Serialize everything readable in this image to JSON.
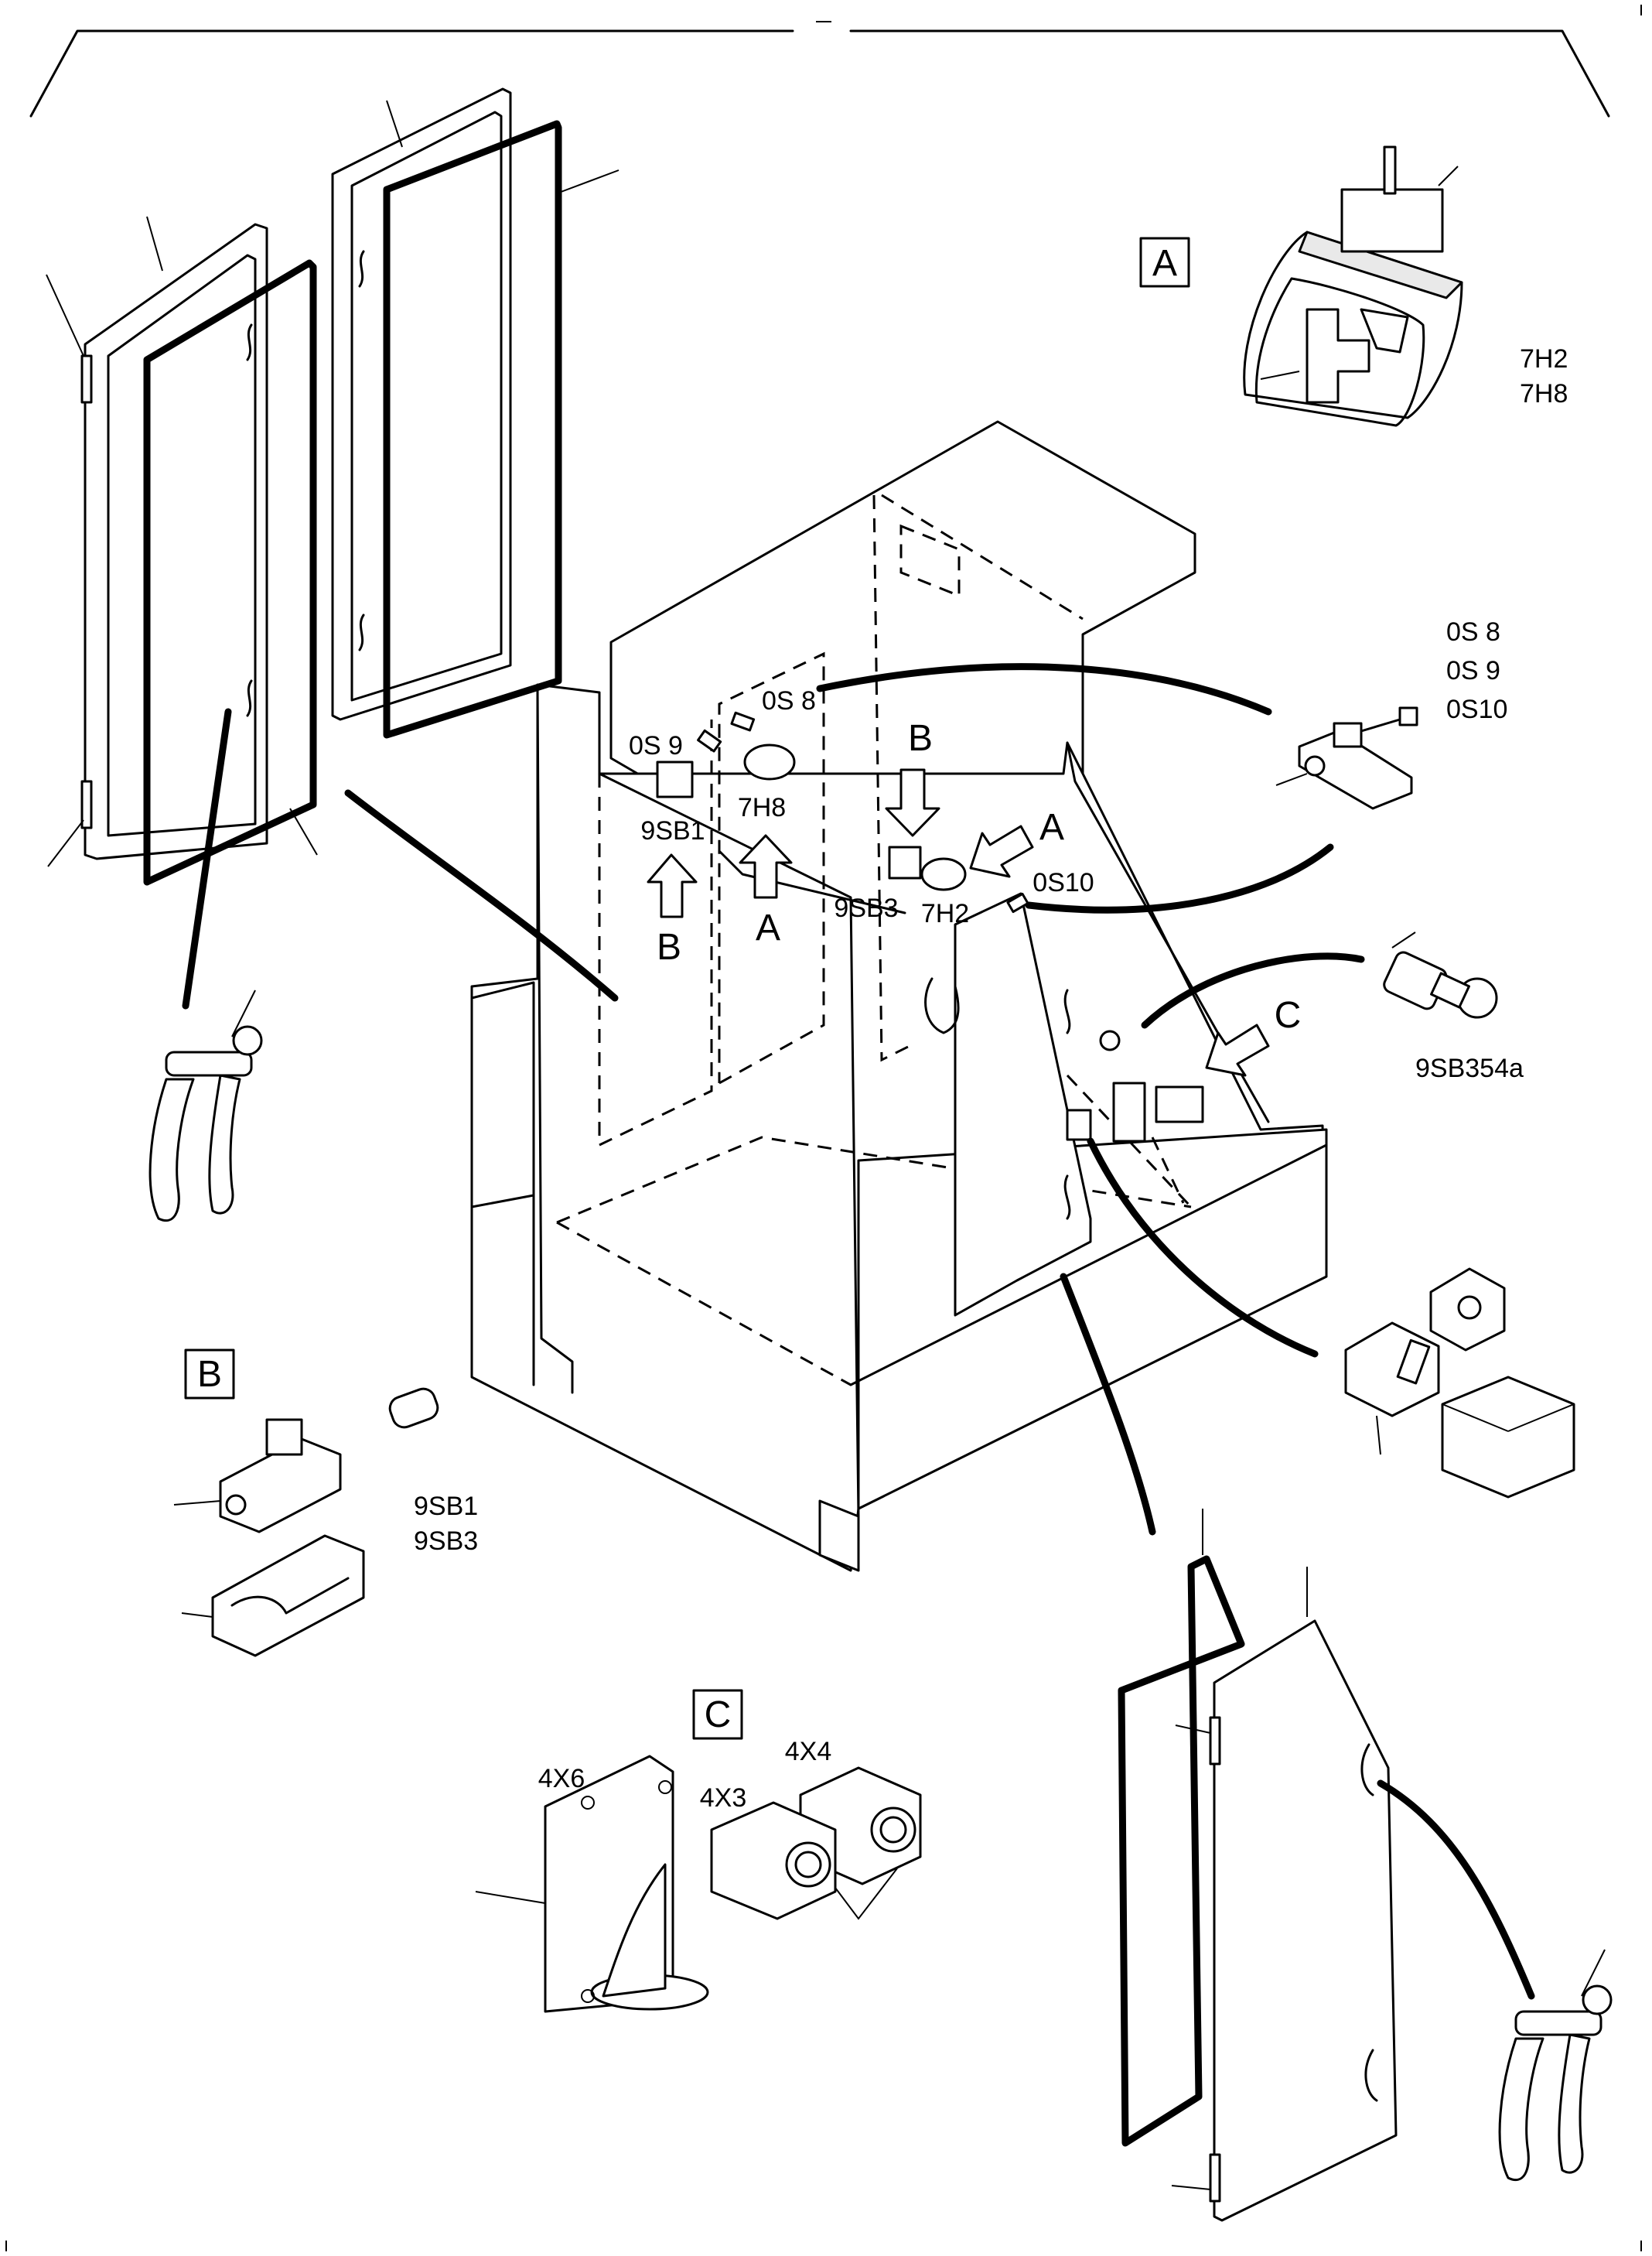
{
  "callouts": {
    "A": "A",
    "B": "B",
    "C": "C"
  },
  "labels": {
    "lamp_top_1": "7H2",
    "lamp_top_2": "7H8",
    "switch_set_1": "0S 8",
    "switch_set_2": "0S 9",
    "switch_set_3": "0S10",
    "plug_button": "9SB354a",
    "panel_0s8": "0S 8",
    "panel_0s9": "0S 9",
    "panel_9sb1": "9SB1",
    "panel_7h8": "7H8",
    "panel_9sb3": "9SB3",
    "panel_7h2": "7H2",
    "panel_0s10": "0S10",
    "button_set_1": "9SB1",
    "button_set_2": "9SB3",
    "socket_1": "4X6",
    "socket_2": "4X4",
    "socket_3": "4X3"
  },
  "arrow_letters": {
    "arrow_b_left": "B",
    "arrow_a_mid": "A",
    "arrow_b_top": "B",
    "arrow_a_right": "A",
    "arrow_c": "C"
  }
}
